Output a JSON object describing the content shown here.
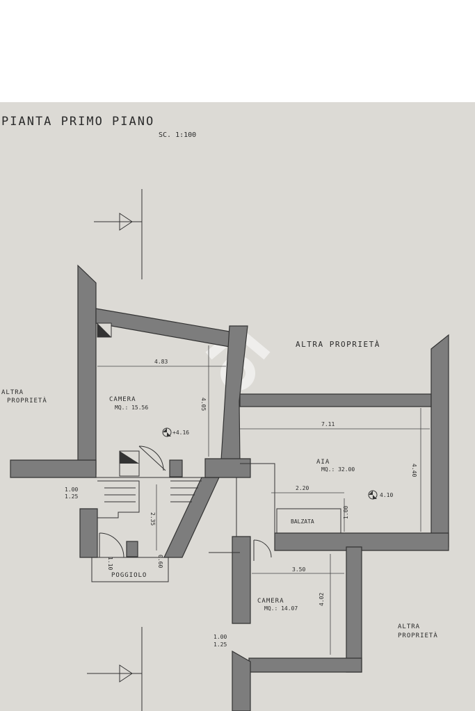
{
  "title": "PIANTA   PRIMO   PIANO",
  "scale": "SC. 1:100",
  "neighbors": {
    "left_1": "ALTRA",
    "left_2": "PROPRIETÀ",
    "top_right": "ALTRA   PROPRIETÀ",
    "bottom_right_1": "ALTRA",
    "bottom_right_2": "PROPRIETÀ"
  },
  "rooms": {
    "camera1": {
      "name": "CAMERA",
      "area": "MQ.: 15.56"
    },
    "aia": {
      "name": "AIA",
      "area": "MQ.: 32.00"
    },
    "camera2": {
      "name": "CAMERA",
      "area": "MQ.: 14.07"
    },
    "poggiolo": {
      "name": "POGGIOLO"
    },
    "balzata": {
      "name": "BALZATA"
    }
  },
  "dimensions": {
    "d_483": "4.83",
    "d_405": "4.05",
    "d_711": "7.11",
    "d_440": "4.40",
    "d_220": "2.20",
    "d_100a": "1.00",
    "d_235": "2.35",
    "d_350": "3.50",
    "d_402": "4.02",
    "d_100b": "1.00",
    "d_125b": "1.25",
    "d_100c": "1.00",
    "d_125c": "1.25",
    "elev_1": "+4.16",
    "elev_2": "4.10",
    "small_1": "1.10",
    "small_2": "0.60"
  },
  "colors": {
    "paper": "#dcdad5",
    "wall": "#7d7d7d",
    "ink": "#2a2a2a"
  }
}
